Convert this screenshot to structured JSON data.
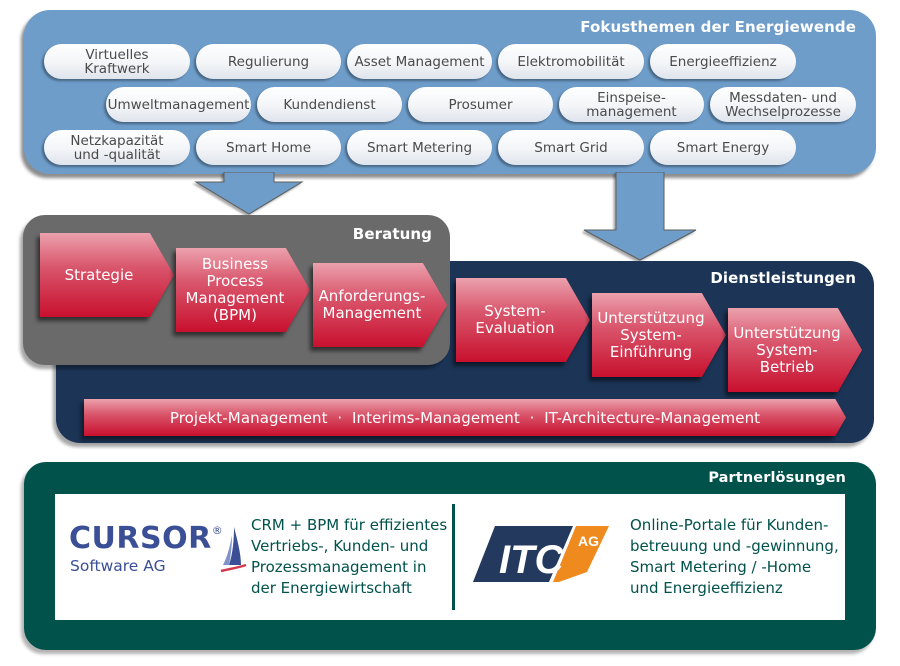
{
  "focus": {
    "title": "Fokusthemen der Energiewende",
    "topics": [
      "Virtuelles\nKraftwerk",
      "Regulierung",
      "Asset Management",
      "Elektromobilität",
      "Energieeffizienz",
      "Umweltmanagement",
      "Kundendienst",
      "Prosumer",
      "Einspeise-\nmanagement",
      "Messdaten- und\nWechselprozesse",
      "Netzkapazität\nund -qualität",
      "Smart Home",
      "Smart Metering",
      "Smart Grid",
      "Smart Energy"
    ]
  },
  "advice": {
    "title": "Beratung",
    "steps": [
      "Strategie",
      "Business\nProcess\nManagement\n(BPM)",
      "Anforderungs-\nManagement"
    ]
  },
  "services": {
    "title": "Dienstleistungen",
    "steps": [
      "System-\nEvaluation",
      "Unterstützung\nSystem-\nEinführung",
      "Unterstützung\nSystem-\nBetrieb"
    ],
    "bar": "Projekt-Management  ·  Interims-Management  ·  IT-Architecture-Management"
  },
  "partners": {
    "title": "Partnerlösungen",
    "cursor": {
      "logo_word": "CURSOR",
      "logo_mark": "®",
      "logo_sub": "Software AG",
      "description": "CRM + BPM für effizientes\nVertriebs-, Kunden- und\nProzessmanagement in\nder Energiewirtschaft"
    },
    "itc": {
      "logo_word": "ITC",
      "logo_tag": "AG",
      "description": "Online-Portale für Kunden-\nbetreuung und -gewinnung,\nSmart Metering / -Home\nund Energieeffizienz"
    }
  },
  "colors": {
    "focus_blue": "#6e9dca",
    "advice_gray": "#6b6a6b",
    "services_navy": "#1c3557",
    "accent_red": "#c8102e",
    "partner_green": "#00524b",
    "cursor_blue": "#3b4f96",
    "itc_navy": "#233a5e",
    "itc_orange": "#ef8a1f"
  }
}
